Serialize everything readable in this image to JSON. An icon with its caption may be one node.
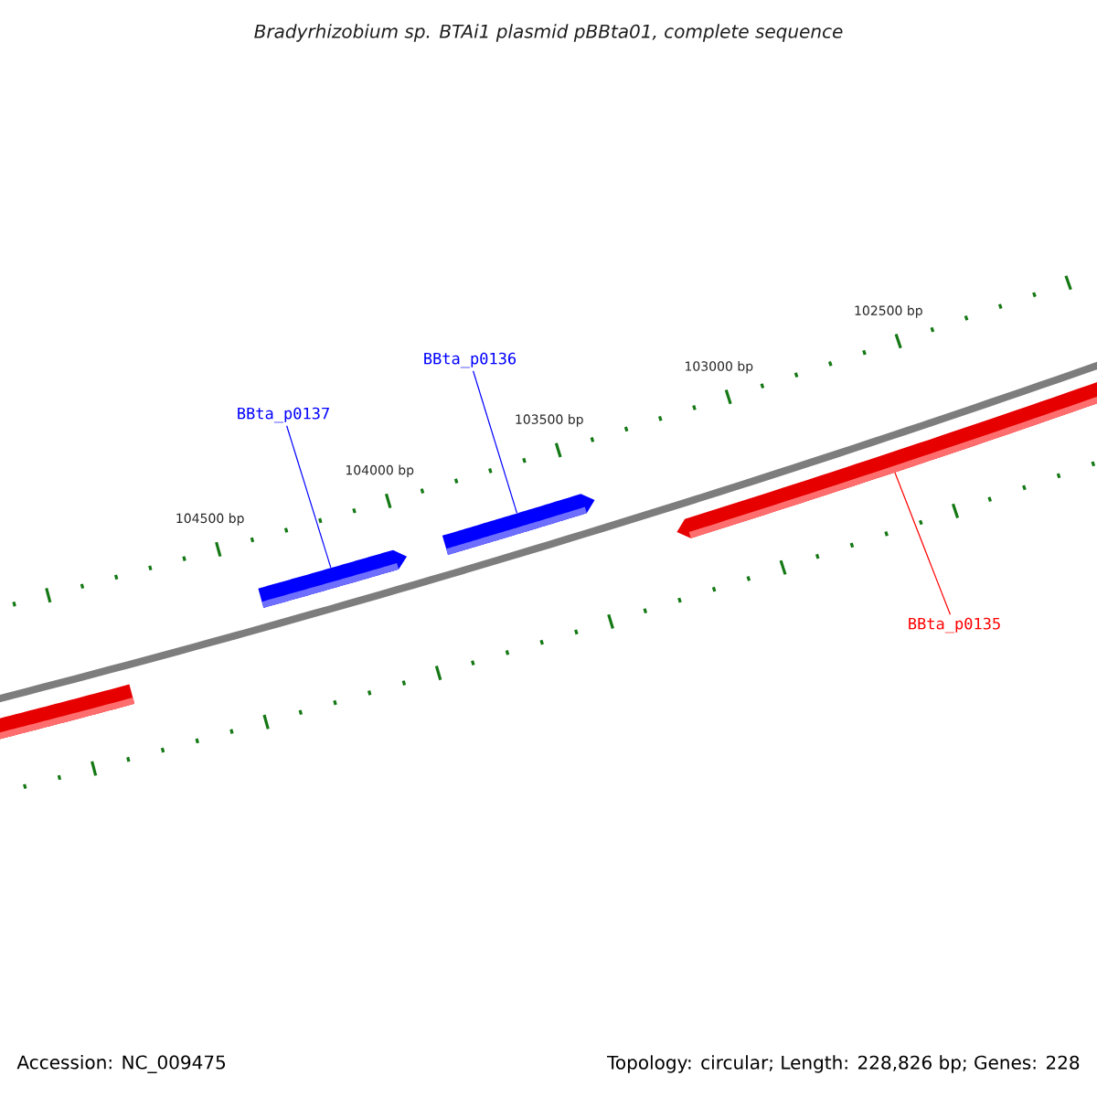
{
  "diagram": {
    "title": "Bradyrhizobium sp. BTAi1 plasmid pBBta01, complete sequence",
    "nodes": [
      {
        "text": [
          "BBta_p0137"
        ]
      },
      {
        "text": [
          "BBta_p0136"
        ]
      },
      {
        "text": [
          "BBta_p0135"
        ]
      },
      {
        "text": [],
        "shape": "bar"
      },
      {
        "text": [],
        "shape": "bar"
      },
      {
        "text": [],
        "shape": "bar"
      },
      {
        "text": [],
        "shape": "bar"
      }
    ],
    "edges": [
      {
        "from": 0,
        "to": 3,
        "arrow": "none",
        "color": "#0000ff"
      },
      {
        "from": 1,
        "to": 4,
        "arrow": "none",
        "color": "#0000ff"
      },
      {
        "from": 2,
        "to": 5,
        "arrow": "none",
        "color": "#ff0000"
      }
    ],
    "labels": [
      "104500 bp",
      "104000 bp",
      "103500 bp",
      "103000 bp",
      "102500 bp",
      "Accession: NC_009475",
      "Topology: circular; Length: 228,826 bp; Genes: 228"
    ]
  }
}
